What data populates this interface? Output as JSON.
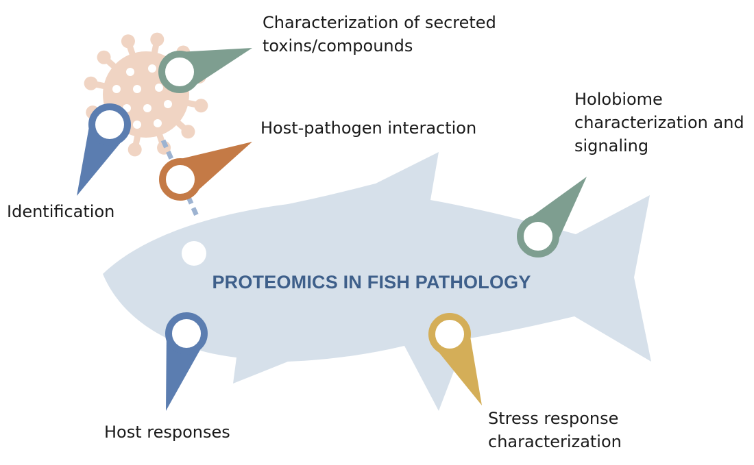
{
  "title": "PROTEOMICS IN FISH PATHOLOGY",
  "labels": {
    "toxins": [
      "Characterization of secreted",
      "toxins/compounds"
    ],
    "host_pathogen": "Host-pathogen interaction",
    "identification": "Identification",
    "holobiome": [
      "Holobiome",
      "characterization and",
      "signaling"
    ],
    "host_responses": "Host responses",
    "stress": [
      "Stress response",
      "characterization"
    ]
  },
  "colors": {
    "fish": "#d6e0ea",
    "virus": "#f0d4c3",
    "blue_marker": "#5b7db0",
    "green_marker": "#7e9e90",
    "orange_marker": "#c47a46",
    "gold_marker": "#d4ae58",
    "dotted_line": "#9db3d1",
    "title_text": "#3e5f8a"
  },
  "icons": [
    "pathogen-virus-icon",
    "location-pin-icon",
    "fish-silhouette"
  ]
}
